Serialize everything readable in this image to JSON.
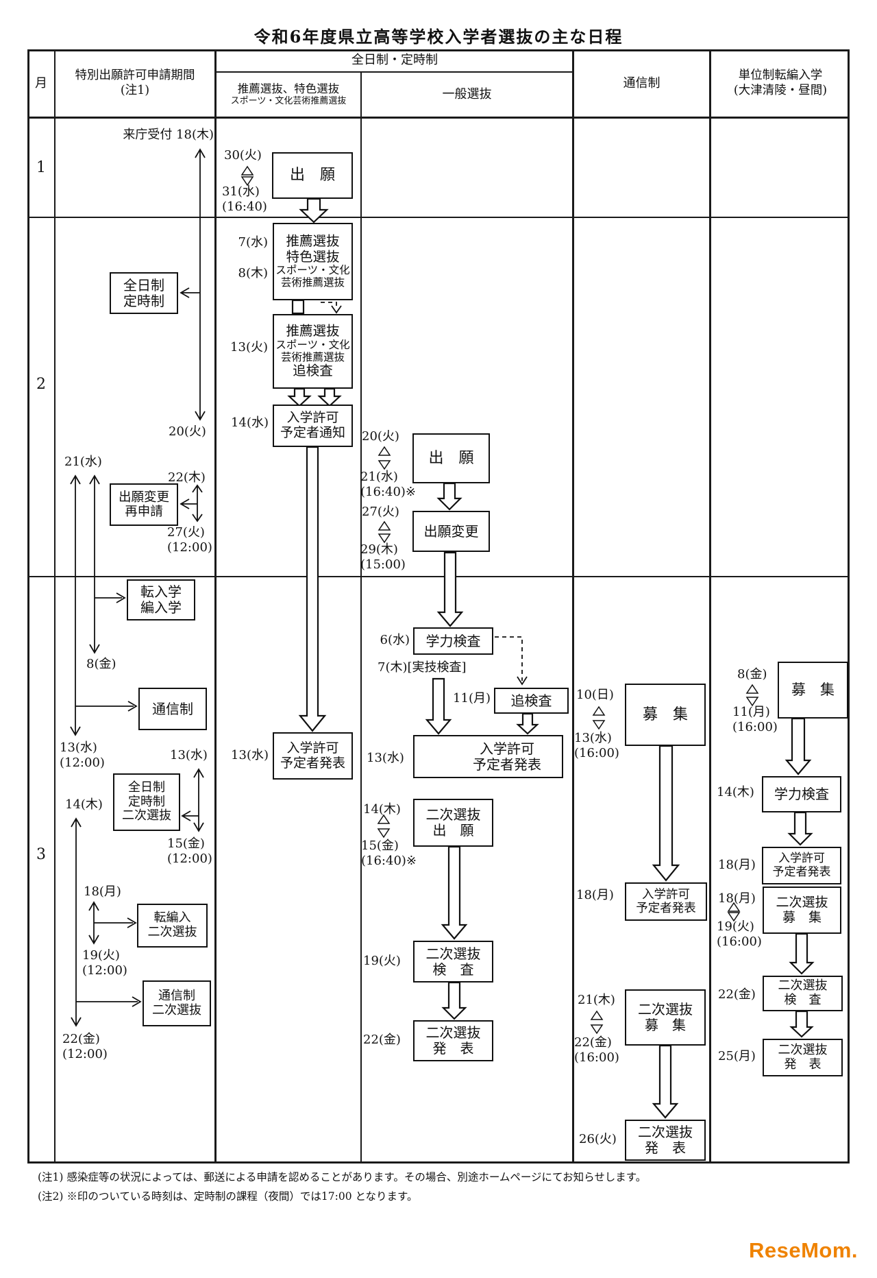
{
  "title": "令和6年度県立高等学校入学者選抜の主な日程",
  "header": {
    "month": "月",
    "special_period": "特別出願許可申請期間\n(注1)",
    "fulltime_parttime": "全日制・定時制",
    "recommend_line1": "推薦選抜、特色選抜",
    "recommend_line2": "スポーツ・文化芸術推薦選抜",
    "general": "一般選抜",
    "correspondence": "通信制",
    "credit_transfer": "単位制転編入学\n(大津清陵・昼間)"
  },
  "month_labels": {
    "m1": "1",
    "m2": "2",
    "m3": "3"
  },
  "special_col": {
    "reception": "来庁受付 18(木)",
    "d20": "20(火)",
    "d21": "21(水)",
    "d22": "22(木)",
    "d27": "27(火)\n(12:00)",
    "box_fulltime": "全日制\n定時制",
    "box_change_reapply": "出願変更\n再申請",
    "box_transfer": "転入学\n編入学",
    "d8": "8(金)",
    "box_correspondence": "通信制",
    "d13": "13(水)\n(12:00)",
    "d14": "14(木)",
    "d13b": "13(水)",
    "d15": "15(金)\n(12:00)",
    "box_fulltime_second": "全日制\n定時制\n二次選抜",
    "d18": "18(月)",
    "d19": "19(火)\n(12:00)",
    "box_transfer_second": "転編入\n二次選抜",
    "box_correspondence_second": "通信制\n二次選抜",
    "d22b": "22(金)\n(12:00)"
  },
  "recommend_col": {
    "d30": "30(火)",
    "d31": "31(水)\n(16:40)",
    "box_apply": "出　願",
    "d7": "7(水)",
    "d8": "8(木)",
    "box_selection_lines": [
      "推薦選抜",
      "特色選抜",
      "スポーツ・文化",
      "芸術推薦選抜"
    ],
    "d13": "13(火)",
    "box_makeup_lines": [
      "推薦選抜",
      "スポーツ・文化",
      "芸術推薦選抜",
      "追検査"
    ],
    "d14": "14(水)",
    "box_notice": "入学許可\n予定者通知",
    "d13b": "13(水)",
    "box_announce": "入学許可\n予定者発表"
  },
  "general_col": {
    "d20": "20(火)",
    "d21": "21(水)\n(16:40)※",
    "box_apply": "出　願",
    "d27": "27(火)",
    "d29": "29(木)\n(15:00)",
    "box_change": "出願変更",
    "d6": "6(水)",
    "box_exam": "学力検査",
    "d7": "7(木)[実技検査]",
    "d11": "11(月)",
    "box_makeup": "追検査",
    "d13": "13(水)",
    "box_announce": "入学許可\n予定者発表",
    "d14": "14(木)",
    "d15": "15(金)\n(16:40)※",
    "box_second_apply": "二次選抜\n出　願",
    "d19": "19(火)",
    "box_second_exam": "二次選抜\n検　査",
    "d22": "22(金)",
    "box_second_announce": "二次選抜\n発　表"
  },
  "correspondence_col": {
    "d10": "10(日)",
    "d13": "13(水)\n(16:00)",
    "box_recruit": "募　集",
    "d18": "18(月)",
    "box_announce": "入学許可\n予定者発表",
    "d21": "21(木)",
    "d22": "22(金)\n(16:00)",
    "box_second_recruit": "二次選抜\n募　集",
    "d26": "26(火)",
    "box_second_announce": "二次選抜\n発　表"
  },
  "credit_col": {
    "d8": "8(金)",
    "d11": "11(月)\n(16:00)",
    "box_recruit": "募　集",
    "d14": "14(木)",
    "box_exam": "学力検査",
    "d18": "18(月)",
    "box_announce": "入学許可\n予定者発表",
    "d18b": "18(月)",
    "d19": "19(火)\n(16:00)",
    "box_second_recruit": "二次選抜\n募　集",
    "d22": "22(金)",
    "box_second_exam": "二次選抜\n検　査",
    "d25": "25(月)",
    "box_second_announce": "二次選抜\n発　表"
  },
  "notes": {
    "note1": "(注1) 感染症等の状況によっては、郵送による申請を認めることがあります。その場合、別途ホームページにてお知らせします。",
    "note2": "(注2) ※印のついている時刻は、定時制の課程（夜間）では17:00 となります。"
  },
  "logo": {
    "text": "ReseMom."
  }
}
